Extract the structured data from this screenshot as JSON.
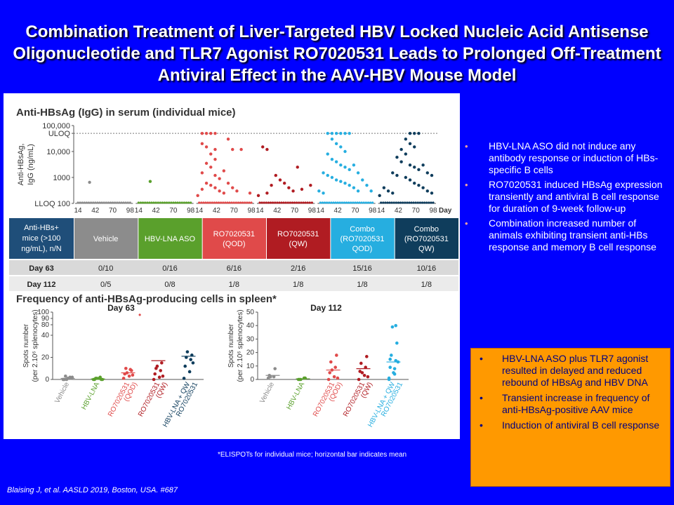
{
  "title": "Combination Treatment of Liver-Targeted HBV Locked Nucleic Acid Antisense Oligonucleotide and TLR7 Agonist RO7020531 Leads to Prolonged Off-Treatment Antiviral Effect in the AAV-HBV Mouse Model",
  "right_bullets": [
    "HBV-LNA ASO did not induce any antibody response or induction of HBs-specific B cells",
    "RO7020531 induced HBsAg expression transiently  and antiviral B cell response for duration of 9-week follow-up",
    "Combination increased number of animals exhibiting transient anti-HBs response and memory B cell response"
  ],
  "orange_bullets": [
    "HBV-LNA ASO plus TLR7 agonist resulted in delayed and reduced rebound of HBsAg and HBV DNA",
    "Transient increase in frequency of anti-HBsAg-positive AAV mice",
    "Induction of antiviral B cell response"
  ],
  "footnote": "*ELISPOTs for individual mice; horizontal bar indicates mean",
  "citation": "Blaising J, et al. AASLD 2019, Boston, USA. #687",
  "colors": {
    "vehicle": "#8c8c8c",
    "hbv_lna": "#5aa02c",
    "ro_qod": "#e04a4a",
    "ro_qw": "#b01c22",
    "combo_qod": "#26aee0",
    "combo_qw": "#0f3d5c"
  },
  "chart_data": [
    {
      "type": "scatter",
      "title": "Anti-HBsAg (IgG) in serum (individual mice)",
      "ylabel": "Anti-HBsAg, IgG (ng/mL)",
      "xlabel": "Day",
      "y_tick_labels": [
        "LLOQ 100",
        "1000",
        "10,000",
        "ULOQ",
        "100,000"
      ],
      "y_scale": "log",
      "ylim": [
        100,
        100000
      ],
      "lloq": 100,
      "uloq": 50000,
      "x_tick_labels": [
        "14",
        "42",
        "70",
        "98"
      ],
      "groups": [
        {
          "name": "Vehicle",
          "color": "#8c8c8c",
          "points": [
            [
              35,
              650
            ]
          ],
          "lloq_days": [
            14,
            98
          ]
        },
        {
          "name": "HBV-LNA ASO",
          "color": "#5aa02c",
          "points": [
            [
              35,
              700
            ]
          ],
          "lloq_days": [
            14,
            98
          ]
        },
        {
          "name": "RO7020531 (QOD)",
          "color": "#e04a4a",
          "points": [
            [
              21,
              50000
            ],
            [
              28,
              50000
            ],
            [
              35,
              50000
            ],
            [
              42,
              50000
            ],
            [
              21,
              20000
            ],
            [
              28,
              15000
            ],
            [
              42,
              12000
            ],
            [
              35,
              8000
            ],
            [
              42,
              5000
            ],
            [
              28,
              3500
            ],
            [
              35,
              2500
            ],
            [
              21,
              1500
            ],
            [
              42,
              1200
            ],
            [
              49,
              900
            ],
            [
              56,
              1800
            ],
            [
              63,
              30000
            ],
            [
              70,
              12000
            ],
            [
              28,
              600
            ],
            [
              35,
              500
            ],
            [
              42,
              400
            ],
            [
              49,
              300
            ],
            [
              56,
              250
            ],
            [
              21,
              350
            ],
            [
              14,
              200
            ],
            [
              63,
              600
            ],
            [
              70,
              400
            ],
            [
              77,
              300
            ],
            [
              84,
              12000
            ],
            [
              98,
              250
            ]
          ],
          "lloq_days": [
            14,
            98
          ]
        },
        {
          "name": "RO7020531 (QW)",
          "color": "#b01c22",
          "points": [
            [
              21,
              15000
            ],
            [
              28,
              12000
            ],
            [
              42,
              1200
            ],
            [
              49,
              800
            ],
            [
              56,
              600
            ],
            [
              63,
              400
            ],
            [
              70,
              300
            ],
            [
              35,
              500
            ],
            [
              77,
              2500
            ],
            [
              84,
              350
            ],
            [
              98,
              500
            ],
            [
              14,
              200
            ],
            [
              28,
              250
            ]
          ],
          "lloq_days": [
            14,
            98
          ]
        },
        {
          "name": "Combo (RO7020531 QOD)",
          "color": "#26aee0",
          "points": [
            [
              28,
              50000
            ],
            [
              35,
              50000
            ],
            [
              42,
              50000
            ],
            [
              49,
              50000
            ],
            [
              56,
              50000
            ],
            [
              63,
              50000
            ],
            [
              35,
              30000
            ],
            [
              42,
              20000
            ],
            [
              49,
              15000
            ],
            [
              56,
              10000
            ],
            [
              28,
              8000
            ],
            [
              35,
              5000
            ],
            [
              42,
              4000
            ],
            [
              49,
              3000
            ],
            [
              56,
              2500
            ],
            [
              63,
              2000
            ],
            [
              21,
              1500
            ],
            [
              28,
              1200
            ],
            [
              35,
              1000
            ],
            [
              42,
              800
            ],
            [
              49,
              700
            ],
            [
              56,
              600
            ],
            [
              63,
              500
            ],
            [
              70,
              3000
            ],
            [
              77,
              1500
            ],
            [
              84,
              800
            ],
            [
              14,
              300
            ],
            [
              21,
              250
            ],
            [
              70,
              400
            ],
            [
              77,
              300
            ],
            [
              91,
              500
            ],
            [
              98,
              300
            ]
          ],
          "lloq_days": [
            14,
            98
          ]
        },
        {
          "name": "Combo (RO7020531 QW)",
          "color": "#0f3d5c",
          "points": [
            [
              63,
              50000
            ],
            [
              70,
              50000
            ],
            [
              77,
              50000
            ],
            [
              56,
              30000
            ],
            [
              63,
              20000
            ],
            [
              70,
              15000
            ],
            [
              49,
              12000
            ],
            [
              56,
              8000
            ],
            [
              42,
              6000
            ],
            [
              49,
              4000
            ],
            [
              63,
              3000
            ],
            [
              70,
              2500
            ],
            [
              77,
              2000
            ],
            [
              35,
              1500
            ],
            [
              42,
              1200
            ],
            [
              56,
              1000
            ],
            [
              63,
              800
            ],
            [
              70,
              600
            ],
            [
              77,
              500
            ],
            [
              84,
              3000
            ],
            [
              91,
              1500
            ],
            [
              98,
              1200
            ],
            [
              21,
              400
            ],
            [
              28,
              300
            ],
            [
              35,
              250
            ],
            [
              84,
              400
            ],
            [
              91,
              300
            ],
            [
              98,
              250
            ],
            [
              14,
              200
            ]
          ],
          "lloq_days": [
            14,
            98
          ]
        }
      ]
    },
    {
      "type": "table",
      "header_label": "Anti-HBs+ mice (>100 ng/mL), n/N",
      "columns": [
        "Vehicle",
        "HBV-LNA ASO",
        "RO7020531 (QOD)",
        "RO7020531 (QW)",
        "Combo (RO7020531 QOD)",
        "Combo (RO7020531 QW)"
      ],
      "rows": [
        {
          "label": "Day 63",
          "values": [
            "0/10",
            "0/16",
            "6/16",
            "2/16",
            "15/16",
            "10/16"
          ]
        },
        {
          "label": "Day 112",
          "values": [
            "0/5",
            "0/8",
            "1/8",
            "1/8",
            "1/8",
            "1/8"
          ]
        }
      ]
    },
    {
      "type": "scatter",
      "title": "Frequency of anti-HBsAg-producing cells in spleen*",
      "panel_title": "Day 63",
      "ylabel": "Spots number (per 2.10⁶ splenocytes)",
      "y_tick_labels": [
        "0",
        "20",
        "40",
        "80",
        "90",
        "100"
      ],
      "categories": [
        "Vehicle",
        "HBV-LNA",
        "RO7020531 (QOD)",
        "RO7020531 (QW)",
        "HBV-LNA + QW RO7020531"
      ],
      "series": [
        {
          "name": "Vehicle",
          "values": [
            0,
            1,
            0,
            2,
            3,
            1,
            0,
            2,
            1,
            0
          ],
          "mean": 1
        },
        {
          "name": "HBV-LNA",
          "values": [
            0,
            1,
            0,
            2,
            1,
            0,
            1,
            0
          ],
          "mean": 0.5
        },
        {
          "name": "RO7020531 (QOD)",
          "values": [
            1,
            3,
            5,
            9,
            10,
            8,
            6,
            4
          ],
          "mean": 6
        },
        {
          "name": "RO7020531 (QW)",
          "values": [
            0,
            2,
            5,
            8,
            10,
            15,
            12,
            3
          ],
          "mean": 17
        },
        {
          "name": "HBV-LNA + QW RO7020531",
          "values": [
            1,
            7,
            12,
            18,
            20,
            22,
            25,
            15
          ],
          "mean": 21
        }
      ]
    },
    {
      "type": "scatter",
      "panel_title": "Day 112",
      "ylabel": "Spots number (per 2.10⁶ splenocytes)",
      "y_tick_labels": [
        "0",
        "10",
        "20",
        "30",
        "40",
        "50"
      ],
      "ylim": [
        0,
        50
      ],
      "categories": [
        "Vehicle",
        "HBV-LNA",
        "RO7020531 (QOD)",
        "RO7020531 (QW)",
        "HBV-LNA + QW RO7020531"
      ],
      "series": [
        {
          "name": "Vehicle",
          "values": [
            1,
            2,
            3,
            8,
            2
          ],
          "mean": 3
        },
        {
          "name": "HBV-LNA",
          "values": [
            0,
            1,
            0,
            1,
            0
          ],
          "mean": 0.5
        },
        {
          "name": "RO7020531 (QOD)",
          "values": [
            0,
            2,
            5,
            9,
            13,
            18,
            7,
            1
          ],
          "mean": 7
        },
        {
          "name": "RO7020531 (QW)",
          "values": [
            0,
            3,
            6,
            9,
            12,
            17,
            5,
            2
          ],
          "mean": 8
        },
        {
          "name": "HBV-LNA + QW RO7020531",
          "values": [
            0,
            4,
            9,
            14,
            18,
            27,
            39,
            13,
            5,
            1,
            8,
            15,
            40
          ],
          "mean": 13
        }
      ]
    }
  ]
}
